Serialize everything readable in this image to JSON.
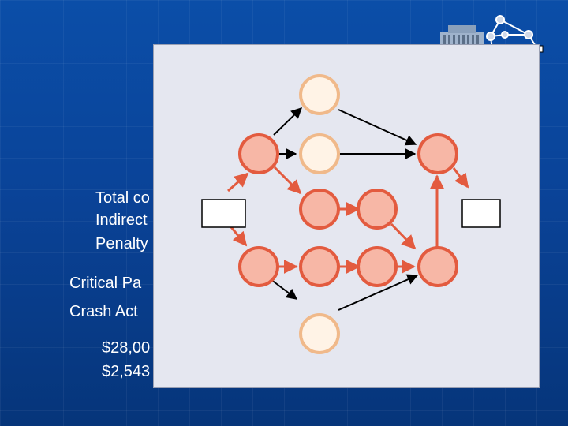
{
  "slide": {
    "lines": [
      "Total co",
      "Indirect",
      "Penalty",
      "Critical Pa",
      "Crash Act",
      "$28,00",
      "$2,543"
    ]
  },
  "colors": {
    "background": "#0a4398",
    "overlay": "#e5e7f0",
    "critical_fill": "#f7b7a6",
    "critical_stroke": "#e35b3f",
    "noncritical_fill": "#fff3e6",
    "noncritical_stroke": "#f0b98a",
    "arrow_critical": "#e35b3f",
    "arrow_normal": "#000000"
  },
  "diagram": {
    "nodes": [
      {
        "id": "n1",
        "type": "noncritical"
      },
      {
        "id": "n2",
        "type": "critical"
      },
      {
        "id": "n3",
        "type": "noncritical"
      },
      {
        "id": "n4",
        "type": "critical"
      },
      {
        "id": "n5",
        "type": "critical"
      },
      {
        "id": "n6",
        "type": "critical"
      },
      {
        "id": "n7",
        "type": "critical"
      },
      {
        "id": "n8",
        "type": "critical"
      },
      {
        "id": "n9",
        "type": "critical"
      },
      {
        "id": "n10",
        "type": "critical"
      },
      {
        "id": "n11",
        "type": "noncritical"
      },
      {
        "id": "start",
        "type": "box"
      },
      {
        "id": "end",
        "type": "box"
      }
    ]
  }
}
